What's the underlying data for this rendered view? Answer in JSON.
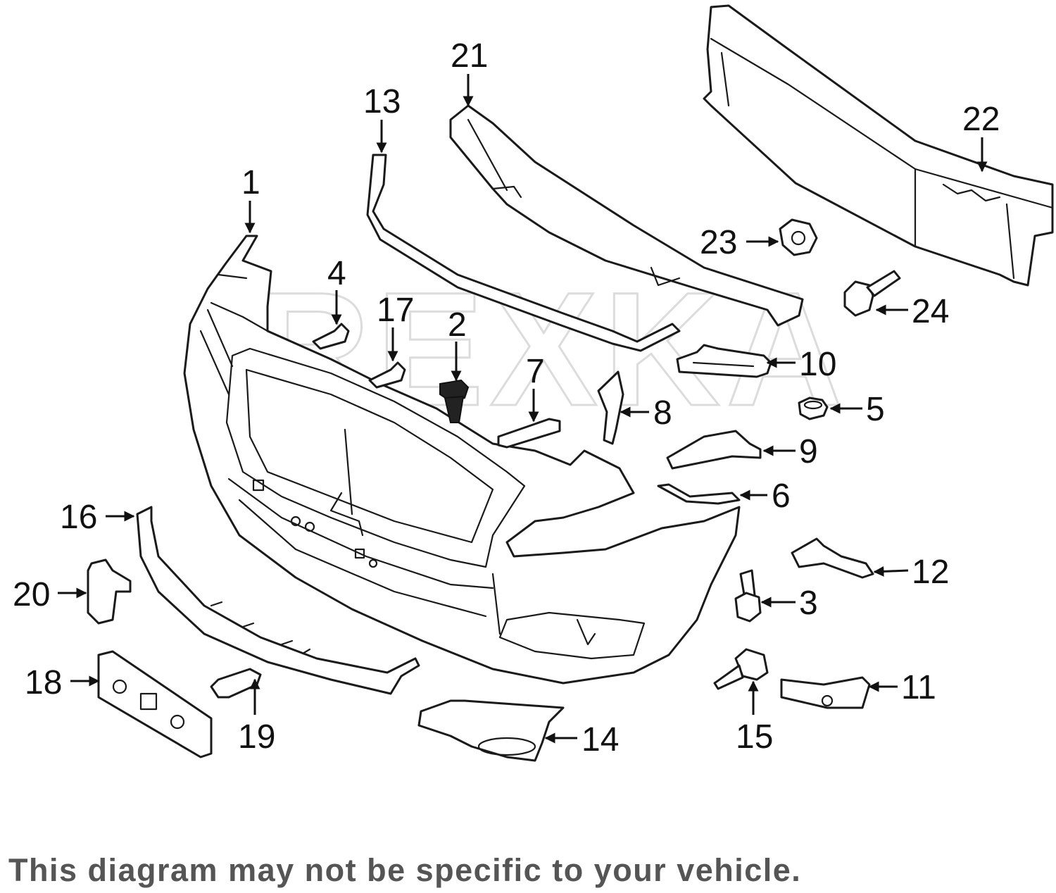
{
  "diagram": {
    "watermark": "REXKA",
    "callouts": [
      {
        "id": "1",
        "label": "1"
      },
      {
        "id": "2",
        "label": "2"
      },
      {
        "id": "3",
        "label": "3"
      },
      {
        "id": "4",
        "label": "4"
      },
      {
        "id": "5",
        "label": "5"
      },
      {
        "id": "6",
        "label": "6"
      },
      {
        "id": "7",
        "label": "7"
      },
      {
        "id": "8",
        "label": "8"
      },
      {
        "id": "9",
        "label": "9"
      },
      {
        "id": "10",
        "label": "10"
      },
      {
        "id": "11",
        "label": "11"
      },
      {
        "id": "12",
        "label": "12"
      },
      {
        "id": "13",
        "label": "13"
      },
      {
        "id": "14",
        "label": "14"
      },
      {
        "id": "15",
        "label": "15"
      },
      {
        "id": "16",
        "label": "16"
      },
      {
        "id": "17",
        "label": "17"
      },
      {
        "id": "18",
        "label": "18"
      },
      {
        "id": "19",
        "label": "19"
      },
      {
        "id": "20",
        "label": "20"
      },
      {
        "id": "21",
        "label": "21"
      },
      {
        "id": "22",
        "label": "22"
      },
      {
        "id": "23",
        "label": "23"
      },
      {
        "id": "24",
        "label": "24"
      }
    ],
    "disclaimer": "This diagram may not be specific to your vehicle."
  }
}
